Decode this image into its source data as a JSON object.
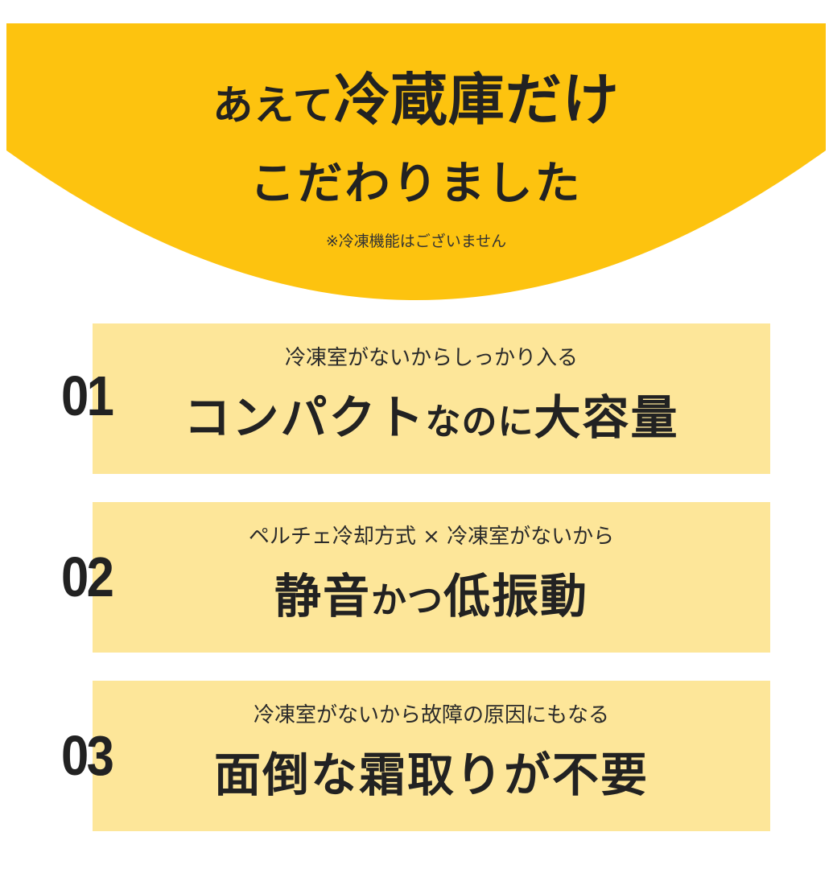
{
  "colors": {
    "hero_yellow": "#fdc30f",
    "box_yellow": "#fde699",
    "text": "#222222",
    "background": "#ffffff"
  },
  "hero": {
    "line1_prefix": "あえて",
    "line1_emphasis": "冷蔵庫だけ",
    "line2": "こだわりました",
    "note": "※冷凍機能はございません"
  },
  "features": [
    {
      "number": "01",
      "subtitle": "冷凍室がないからしっかり入る",
      "title_parts": [
        "コンパクト",
        "なのに",
        "大容量"
      ]
    },
    {
      "number": "02",
      "subtitle": "ペルチェ冷却方式 × 冷凍室がないから",
      "title_parts": [
        "静音",
        "かつ",
        "低振動"
      ]
    },
    {
      "number": "03",
      "subtitle": "冷凍室がないから故障の原因にもなる",
      "title_parts": [
        "面倒な霜取りが不要"
      ]
    }
  ]
}
